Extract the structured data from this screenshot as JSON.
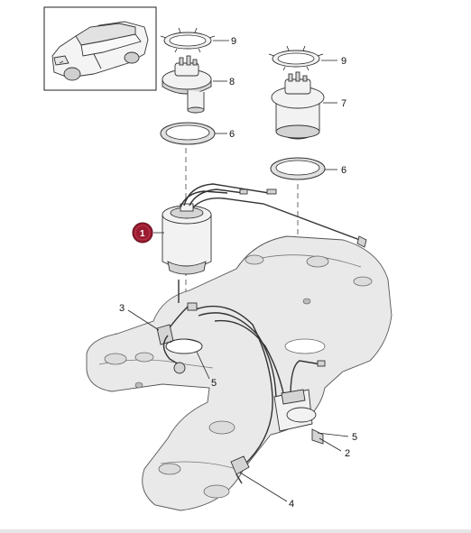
{
  "callouts": {
    "part1": "1",
    "part2": "2",
    "part3": "3",
    "part4": "4",
    "part5a": "5",
    "part5b": "5",
    "part6a": "6",
    "part6b": "6",
    "part7": "7",
    "part8": "8",
    "part9a": "9",
    "part9b": "9"
  },
  "colors": {
    "highlight_badge": "#9b1b30",
    "line": "#333333"
  },
  "icons": {
    "vehicle_thumbnail": "suv-car-icon"
  }
}
